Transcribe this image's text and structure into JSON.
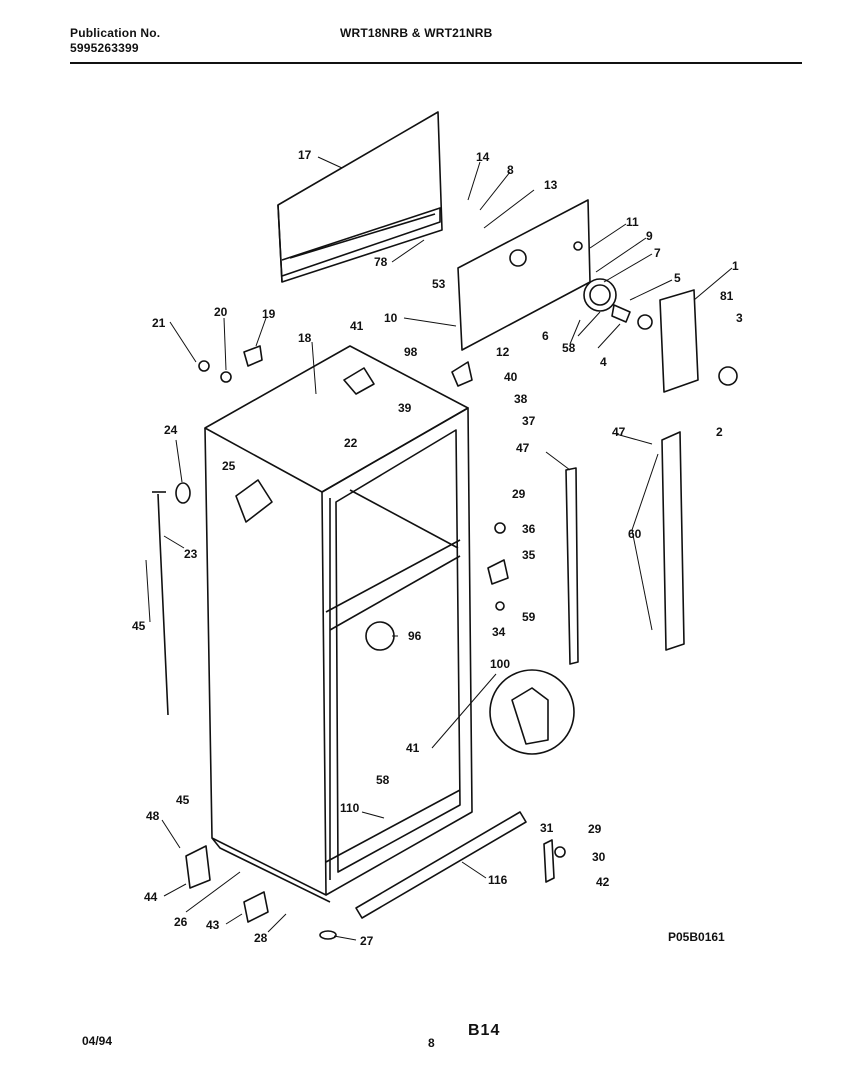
{
  "header": {
    "publication_label": "Publication No.",
    "publication_number": "5995263399",
    "models": "WRT18NRB & WRT21NRB"
  },
  "footer": {
    "date": "04/94",
    "page": "8",
    "code": "B14"
  },
  "diagram": {
    "figure_id": "P05B0161",
    "callouts": [
      "17",
      "14",
      "8",
      "13",
      "11",
      "9",
      "7",
      "5",
      "1",
      "81",
      "3",
      "2",
      "78",
      "53",
      "10",
      "12",
      "6",
      "58",
      "4",
      "21",
      "20",
      "19",
      "18",
      "41",
      "98",
      "40",
      "38",
      "39",
      "37",
      "24",
      "25",
      "22",
      "23",
      "45",
      "47",
      "47",
      "60",
      "29",
      "36",
      "35",
      "59",
      "34",
      "96",
      "100",
      "41",
      "58",
      "110",
      "48",
      "45",
      "44",
      "26",
      "43",
      "28",
      "27",
      "31",
      "29",
      "30",
      "42",
      "116"
    ]
  }
}
